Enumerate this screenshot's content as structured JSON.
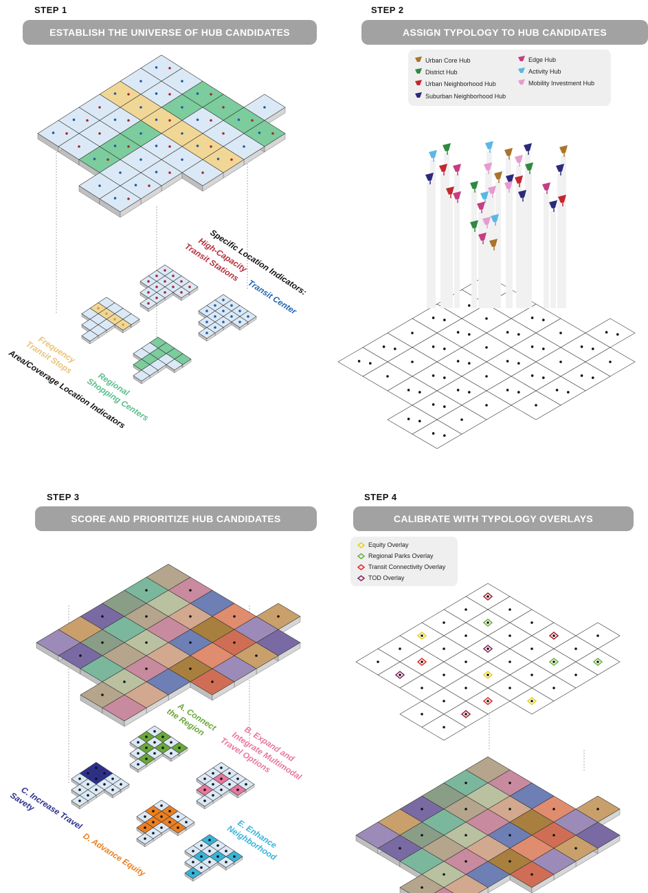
{
  "steps": [
    {
      "label": "STEP 1",
      "title": "ESTABLISH THE UNIVERSE OF HUB CANDIDATES"
    },
    {
      "label": "STEP 2",
      "title": "ASSIGN TYPOLOGY TO HUB CANDIDATES"
    },
    {
      "label": "STEP 3",
      "title": "SCORE AND PRIORITIZE HUB CANDIDATES"
    },
    {
      "label": "STEP 4",
      "title": "CALIBRATE WITH TYPOLOGY OVERLAYS"
    }
  ],
  "step1_annotations": {
    "specific_header": "Specific Location Indicators:",
    "hct_line1": "High-Capacity",
    "hct_line2": "Transit Stations",
    "transit_center": "Transit Center",
    "freq_line1": "Frequency",
    "freq_line2": "Transit Stops",
    "regional_line1": "Regional",
    "regional_line2": "Shopping Centers",
    "area_header": "Area/Coverage Location Indicators"
  },
  "typology_legend": [
    {
      "label": "Urban Core Hub",
      "color": "#a9742c"
    },
    {
      "label": "Edge Hub",
      "color": "#c53d82"
    },
    {
      "label": "District Hub",
      "color": "#2e8a3e"
    },
    {
      "label": "Activity Hub",
      "color": "#5bb6e6"
    },
    {
      "label": "Urban Neighborhood Hub",
      "color": "#c2282f"
    },
    {
      "label": "Mobility Investment Hub",
      "color": "#e59bcf"
    },
    {
      "label": "Suburban Neighborhood Hub",
      "color": "#2b2a7a"
    }
  ],
  "step3_annotations": {
    "a_line1": "A. Connect",
    "a_line2": "the Region",
    "b_line1": "B. Expand and",
    "b_line2": "Integrate Multimodal",
    "b_line3": "Travel Options",
    "c_line1": "C. Increase Travel",
    "c_line2": "Savety",
    "d_line": "D. Advance Equity",
    "e_line1": "E. Enhance",
    "e_line2": "Neighborhood"
  },
  "overlay_legend": [
    {
      "label": "Equity Overlay",
      "color": "#e5d21b"
    },
    {
      "label": "Regional Parks Overlay",
      "color": "#6cb33f"
    },
    {
      "label": "Transit Connectivity Overlay",
      "color": "#e0322c"
    },
    {
      "label": "TOD Overlay",
      "color": "#8a2a64"
    }
  ],
  "colors": {
    "banner": "#a2a2a2",
    "grid_blue": "#dbe9f6",
    "yellow_band": "#f1d796",
    "green_band": "#7ccc9d",
    "red_dot": "#a32631",
    "blue_dot": "#1f5aa6",
    "goal_a": "#6aa83a",
    "goal_b": "#e8779f",
    "goal_c": "#2d2f8f",
    "goal_d": "#ec7f21",
    "goal_e": "#39b4d8"
  }
}
